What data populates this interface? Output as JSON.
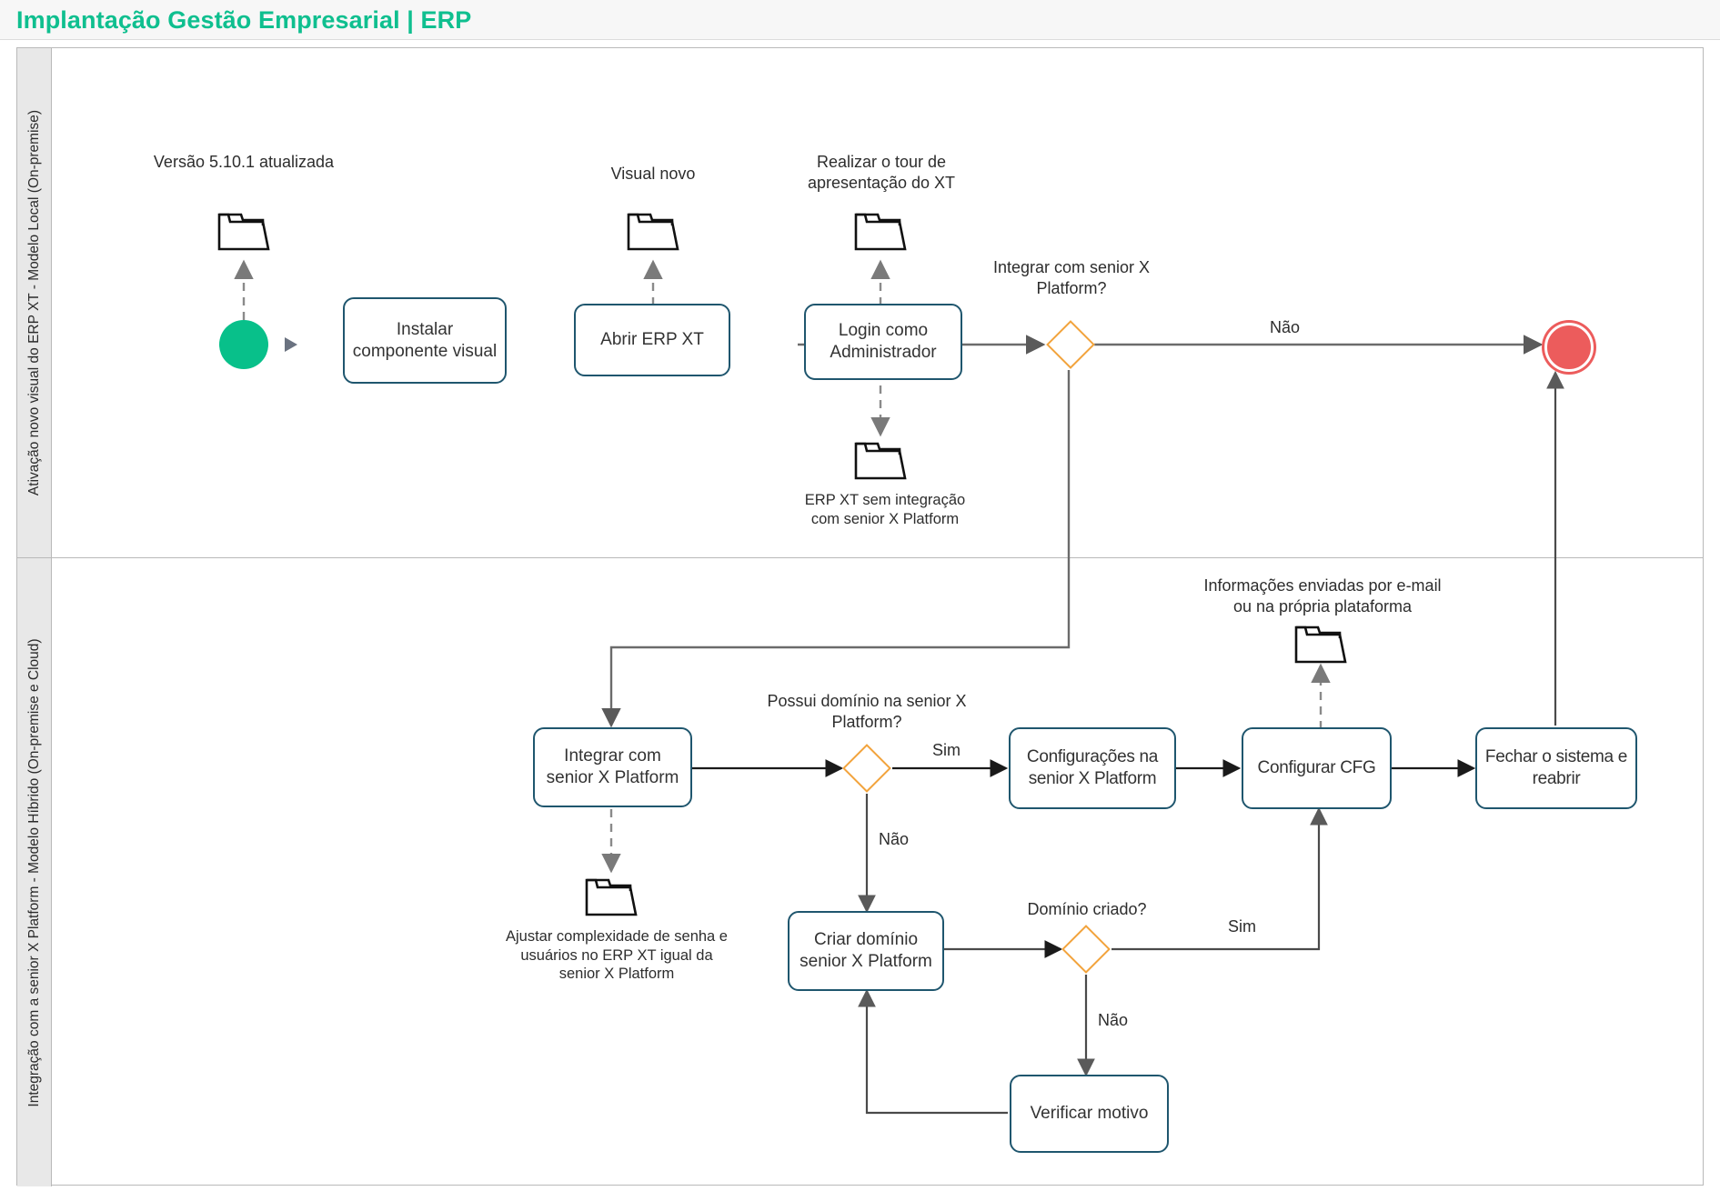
{
  "header": {
    "title": "Implantação Gestão Empresarial | ERP"
  },
  "colors": {
    "accent_green": "#0FBF8F",
    "start_event": "#08C08A",
    "end_event": "#EC5C5C",
    "gateway": "#F2A33C",
    "task_border": "#1F566E",
    "lane_header_bg": "#E8E8E8",
    "connector": "#6B6B6B"
  },
  "lanes": [
    {
      "id": "lane-1",
      "label": "Ativação novo visual do ERP XT - Modelo Local (On-premise)"
    },
    {
      "id": "lane-2",
      "label": "Integração com a senior X Platform - Modelo Híbrido (On-premise e Cloud)"
    }
  ],
  "events": {
    "start": {
      "name": "start-event",
      "type": "start"
    },
    "end": {
      "name": "end-event",
      "type": "end"
    }
  },
  "tasks": [
    {
      "id": "t1",
      "label": "Instalar componente visual"
    },
    {
      "id": "t2",
      "label": "Abrir ERP XT"
    },
    {
      "id": "t3",
      "label": "Login como Administrador"
    },
    {
      "id": "t4",
      "label": "Integrar com senior X Platform"
    },
    {
      "id": "t5",
      "label": "Configurações na senior X Platform"
    },
    {
      "id": "t6",
      "label": "Configurar CFG"
    },
    {
      "id": "t7",
      "label": "Fechar o sistema e reabrir"
    },
    {
      "id": "t8",
      "label": "Criar domínio senior X Platform"
    },
    {
      "id": "t9",
      "label": "Verificar motivo"
    }
  ],
  "gateways": [
    {
      "id": "g1",
      "label": "Integrar com senior X Platform?"
    },
    {
      "id": "g2",
      "label": "Possui domínio na senior X Platform?"
    },
    {
      "id": "g3",
      "label": "Domínio criado?"
    }
  ],
  "data_objects": [
    {
      "id": "d1",
      "label": "Versão 5.10.1 atualizada",
      "icon": "folder-icon"
    },
    {
      "id": "d2",
      "label": "Visual novo",
      "icon": "folder-icon"
    },
    {
      "id": "d3",
      "label": "Realizar o tour de apresentação do XT",
      "icon": "folder-icon"
    },
    {
      "id": "d4",
      "label": "ERP XT sem integração com senior X Platform",
      "icon": "folder-icon"
    },
    {
      "id": "d5",
      "label": "Ajustar complexidade de senha e usuários no ERP XT igual da senior X Platform",
      "icon": "folder-icon"
    },
    {
      "id": "d6",
      "label": "Informações enviadas por e-mail ou na própria plataforma",
      "icon": "folder-icon"
    }
  ],
  "flow_labels": {
    "g1_no": "Não",
    "g2_yes": "Sim",
    "g2_no": "Não",
    "g3_yes": "Sim",
    "g3_no": "Não"
  }
}
